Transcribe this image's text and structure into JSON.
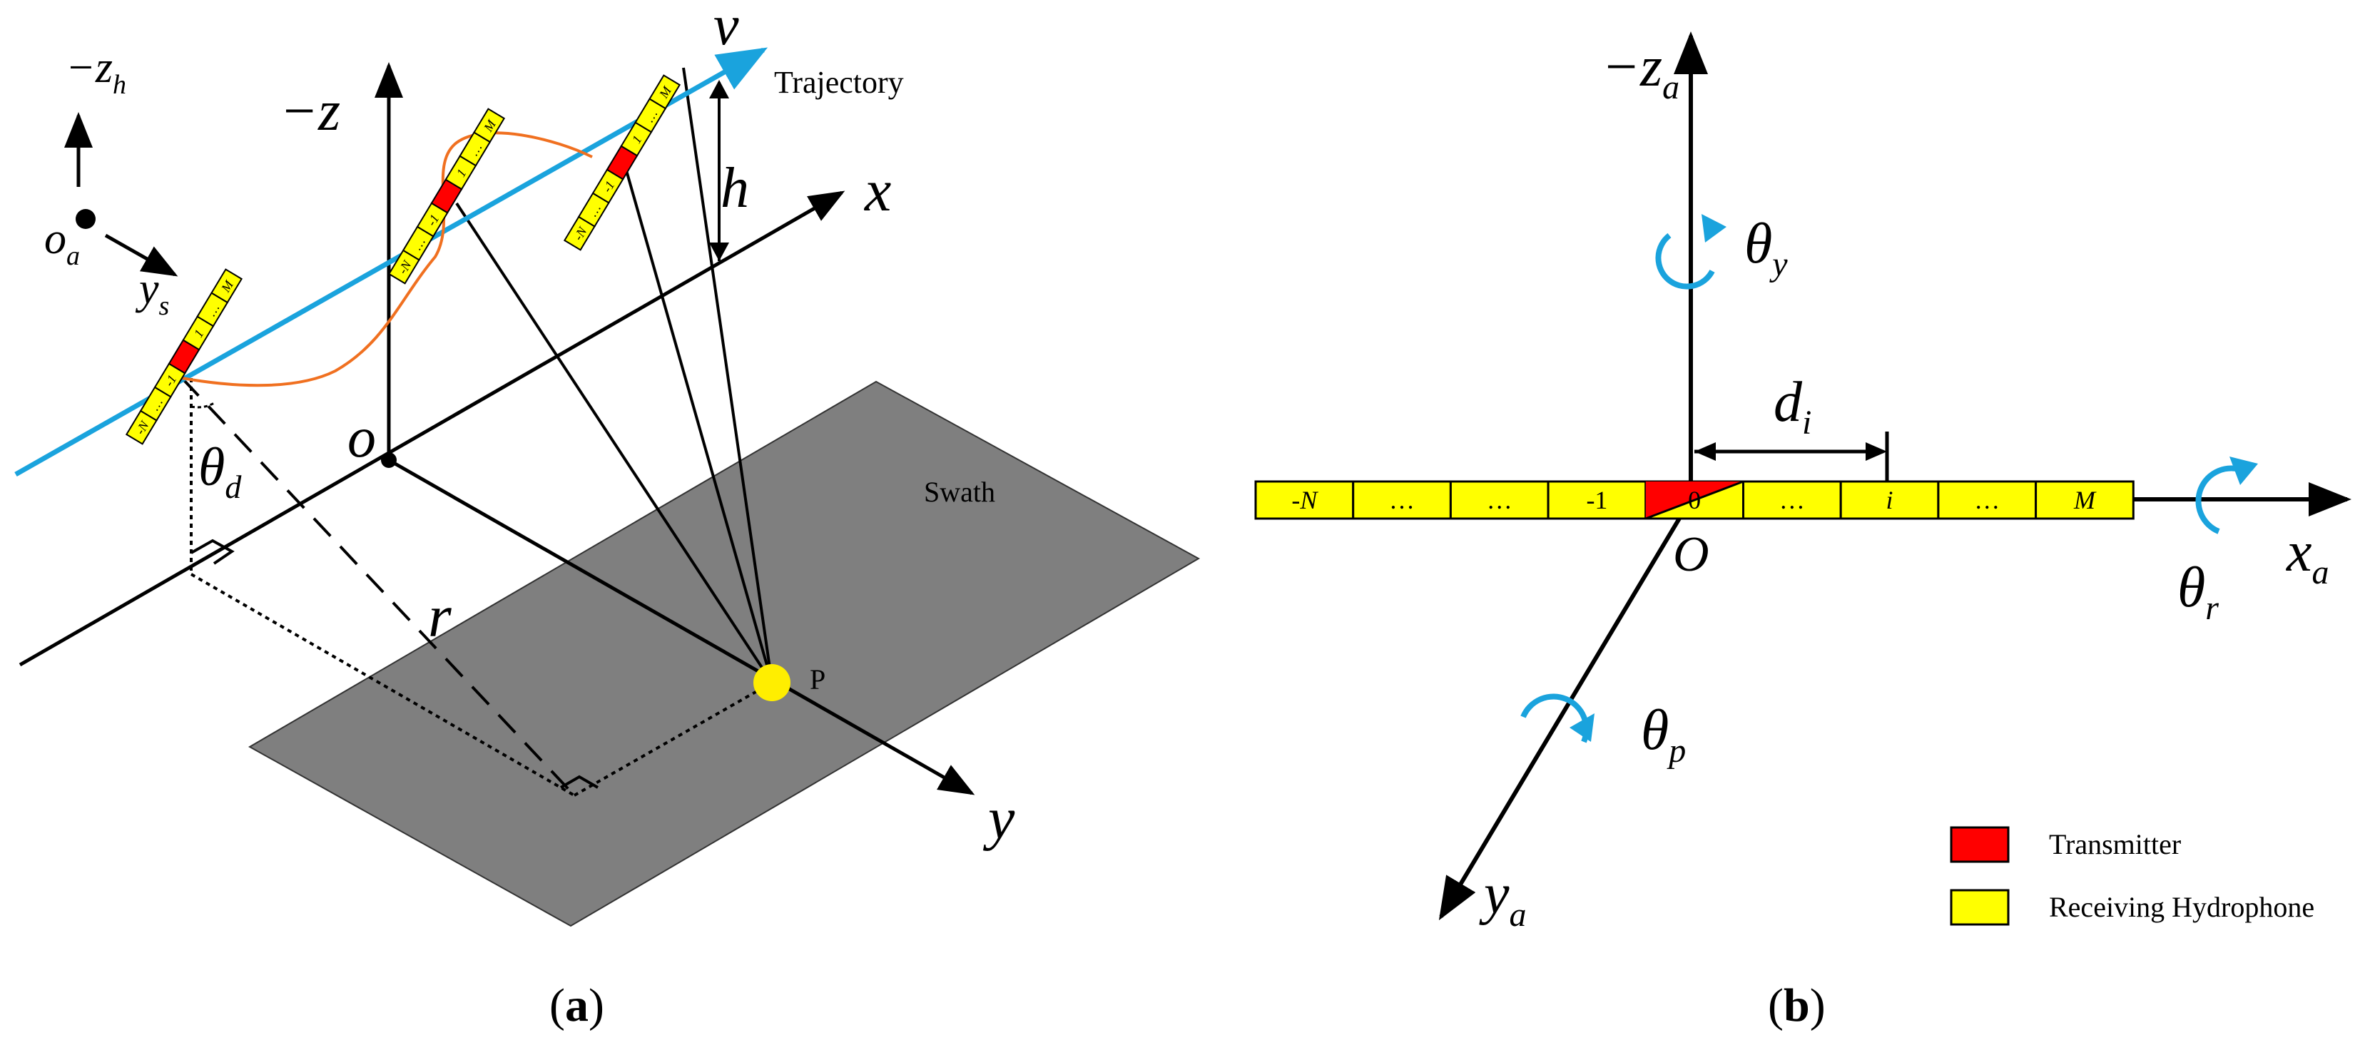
{
  "panel_a": {
    "caption_letter": "a",
    "axis_labels": {
      "x": "x",
      "y": "y",
      "neg_z": "−z",
      "origin": "o",
      "v": "v",
      "h": "h",
      "r": "r"
    },
    "theta_d": {
      "symbol": "θ",
      "subscript": "d"
    },
    "inset": {
      "neg_z": "−z",
      "z_sub": "h",
      "o": "o",
      "o_sub": "a",
      "y": "y",
      "y_sub": "s"
    },
    "trajectory_label": "Trajectory",
    "swath_label": "Swath",
    "point_label": "P",
    "array_cells": [
      "-N",
      "…",
      "-1",
      "",
      "1",
      "…",
      "M"
    ],
    "colors": {
      "trajectory": "#1aa3dd",
      "swath": "#7f7f7f",
      "array_fill": "#ffff00",
      "transmitter": "#ff0000",
      "curve": "#f07020",
      "point": "#ffee00"
    }
  },
  "panel_b": {
    "caption_letter": "b",
    "axis_labels": {
      "neg_z": "−z",
      "z_sub": "a",
      "x": "x",
      "x_sub": "a",
      "y": "y",
      "y_sub": "a",
      "origin": "O"
    },
    "array_cells": [
      "-N",
      "…",
      "…",
      "-1",
      "0",
      "…",
      "i",
      "…",
      "M"
    ],
    "distance": {
      "symbol": "d",
      "subscript": "i"
    },
    "rotations": [
      {
        "symbol": "θ",
        "subscript": "y"
      },
      {
        "symbol": "θ",
        "subscript": "r"
      },
      {
        "symbol": "θ",
        "subscript": "p"
      }
    ],
    "legend": [
      {
        "label": "Transmitter",
        "color": "#ff0000"
      },
      {
        "label": "Receiving Hydrophone",
        "color": "#ffff00"
      }
    ],
    "colors": {
      "rotation": "#1aa3dd"
    }
  }
}
